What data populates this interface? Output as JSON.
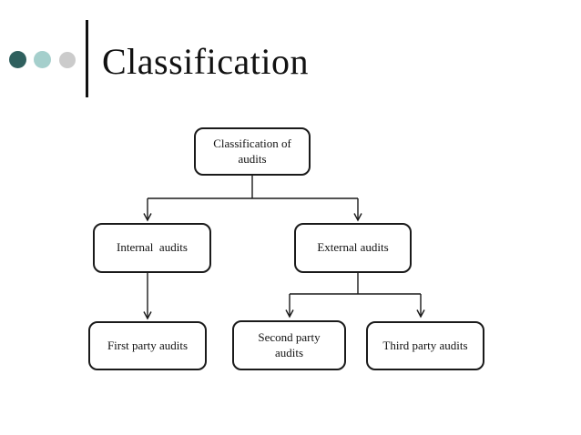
{
  "slide": {
    "title": "Classification",
    "background": "#ffffff",
    "divider_color": "#111111",
    "accent_bullets": [
      {
        "name": "dark-teal",
        "color": "#2F605E"
      },
      {
        "name": "light-teal",
        "color": "#A5CFCC"
      },
      {
        "name": "gray",
        "color": "#CBCBCB"
      }
    ]
  },
  "diagram": {
    "type": "flowchart",
    "line_color": "#1a1a1a",
    "nodes": {
      "root": {
        "label": "Classification of\naudits"
      },
      "internal": {
        "label": "Internal  audits"
      },
      "external": {
        "label": "External audits"
      },
      "first": {
        "label": "First party audits"
      },
      "second": {
        "label": "Second party\naudits"
      },
      "third": {
        "label": "Third party audits"
      }
    },
    "edges": [
      {
        "from": "root",
        "to": "internal"
      },
      {
        "from": "root",
        "to": "external"
      },
      {
        "from": "internal",
        "to": "first"
      },
      {
        "from": "external",
        "to": "second"
      },
      {
        "from": "external",
        "to": "third"
      }
    ]
  }
}
